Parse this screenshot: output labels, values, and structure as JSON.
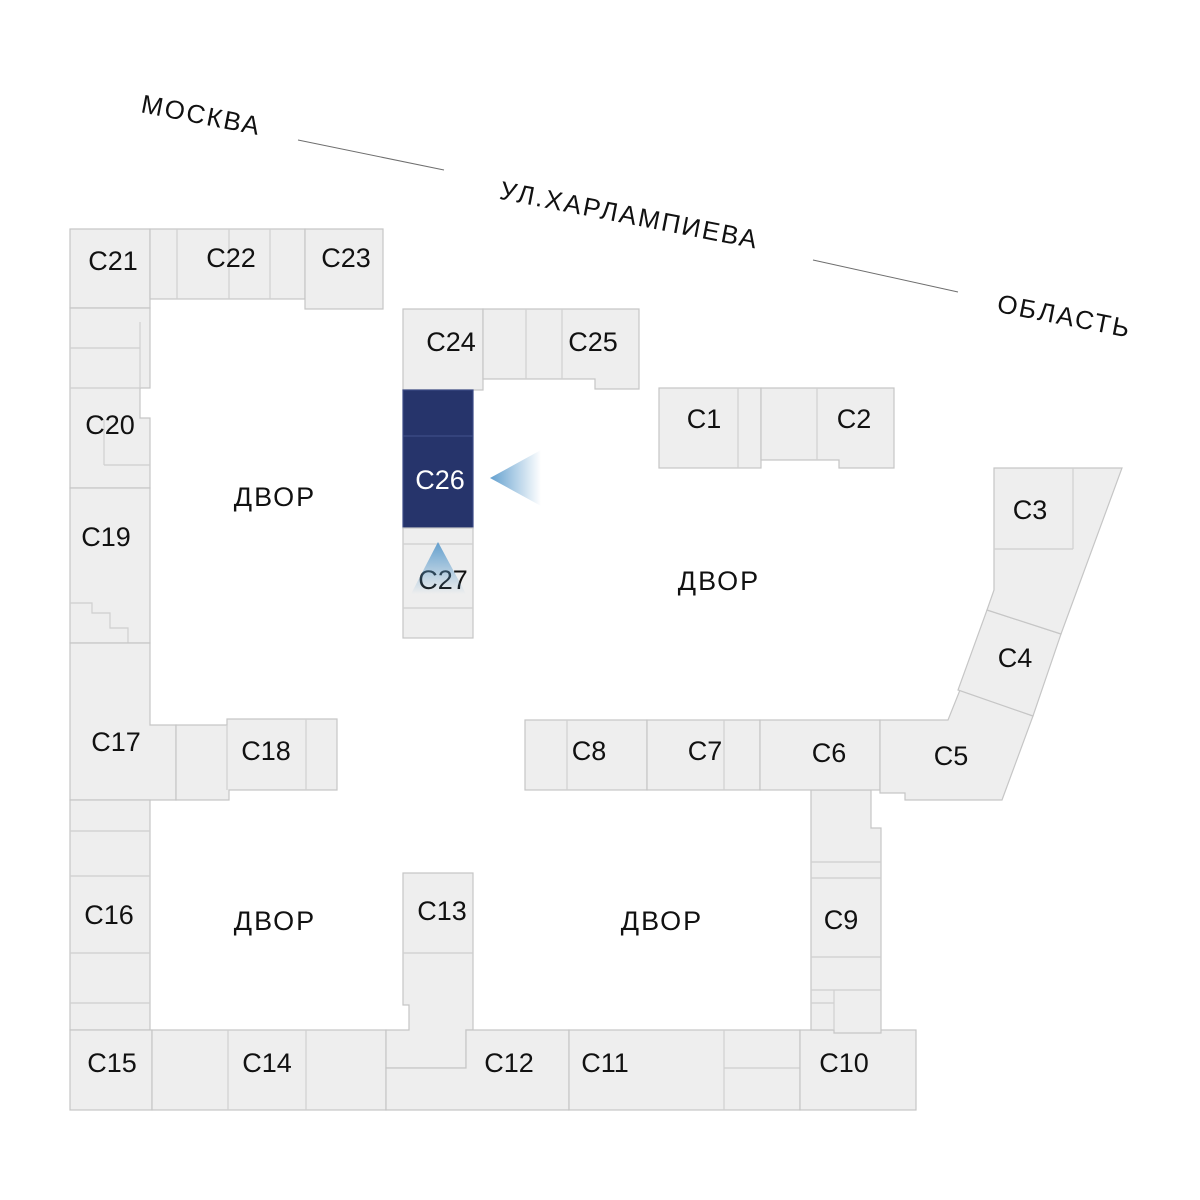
{
  "street_label": {
    "city": "МОСКВА",
    "street": "УЛ.ХАРЛАМПИЕВА",
    "region": "ОБЛАСТЬ"
  },
  "yard_label": "ДВОР",
  "sections": {
    "C1": "С1",
    "C2": "С2",
    "C3": "С3",
    "C4": "С4",
    "C5": "С5",
    "C6": "С6",
    "C7": "С7",
    "C8": "С8",
    "C9": "С9",
    "C10": "С10",
    "C11": "С11",
    "C12": "С12",
    "C13": "С13",
    "C14": "С14",
    "C15": "С15",
    "C16": "С16",
    "C17": "С17",
    "C18": "С18",
    "C19": "С19",
    "C20": "С20",
    "C21": "С21",
    "C22": "С22",
    "C23": "С23",
    "C24": "С24",
    "C25": "С25",
    "C26": "С26",
    "C27": "С27"
  },
  "selected_section": "С26",
  "colors": {
    "building_fill": "#eeeeee",
    "building_stroke": "#c6c6c6",
    "selected_fill": "#26346b",
    "view_cone": "#5b9bcc"
  },
  "icons": {
    "view_direction": "view-cone-icon"
  }
}
